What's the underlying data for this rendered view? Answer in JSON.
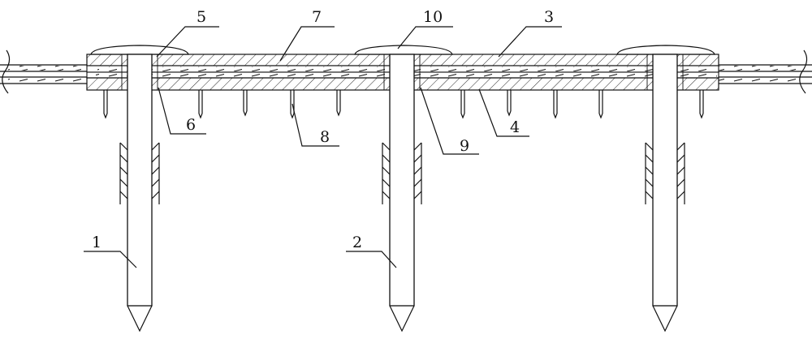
{
  "figure": {
    "background": "#ffffff",
    "line_color": "#111111",
    "callouts": [
      {
        "label": "1",
        "target": "pile-left"
      },
      {
        "label": "2",
        "target": "pile-middle"
      },
      {
        "label": "3",
        "target": "upper-layer"
      },
      {
        "label": "4",
        "target": "lower-layer"
      },
      {
        "label": "5",
        "target": "cap-left"
      },
      {
        "label": "6",
        "target": "pile-sleeve-left"
      },
      {
        "label": "7",
        "target": "upper-layer-hatching"
      },
      {
        "label": "8",
        "target": "anchor-nail"
      },
      {
        "label": "9",
        "target": "pile-sleeve-middle"
      },
      {
        "label": "10",
        "target": "cap-middle"
      }
    ]
  }
}
